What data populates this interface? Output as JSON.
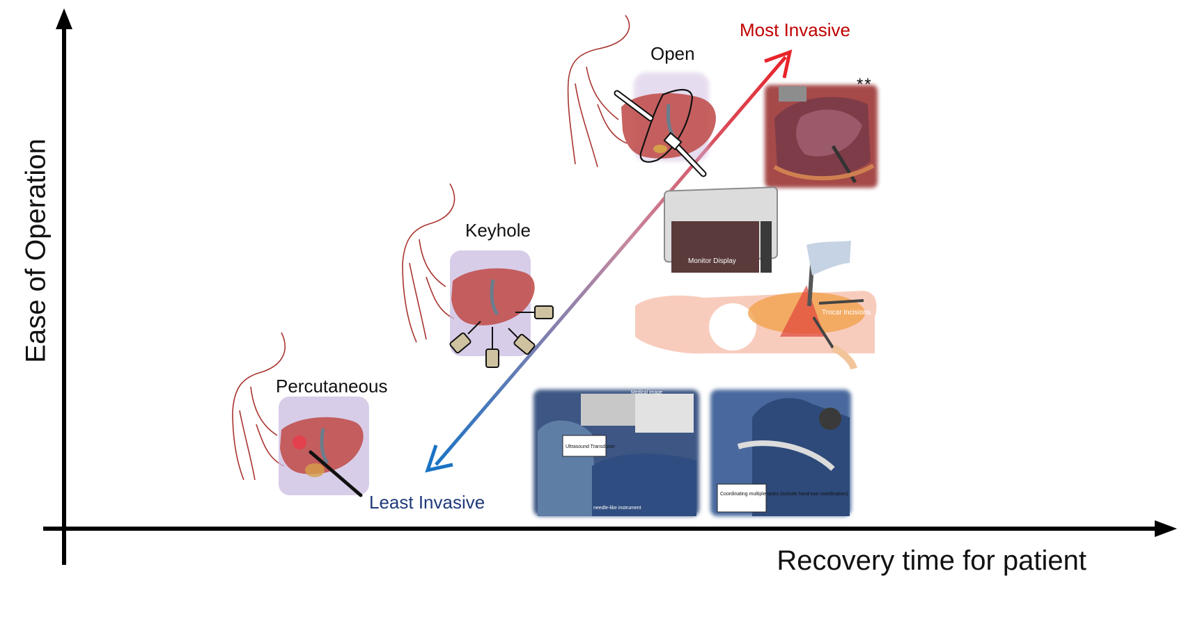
{
  "axes": {
    "y_label": "Ease of Operation",
    "x_label": "Recovery time for patient"
  },
  "approaches": {
    "open": "Open",
    "keyhole": "Keyhole",
    "percutaneous": "Percutaneous"
  },
  "arrow": {
    "most": "Most Invasive",
    "least": "Least Invasive",
    "gradient_top": "#e8232a",
    "gradient_bottom": "#1a73c4"
  },
  "open_photo_mark": "**",
  "captions": {
    "monitor": "Monitor Display",
    "trocar": "Trocar Incisions",
    "ultrasound": "Ultrasound Transducer",
    "needle": "needle-like instrument",
    "medical_image": "Medical image",
    "coordinating": "Coordinating multiple tasks (include hand eye coordination)"
  }
}
